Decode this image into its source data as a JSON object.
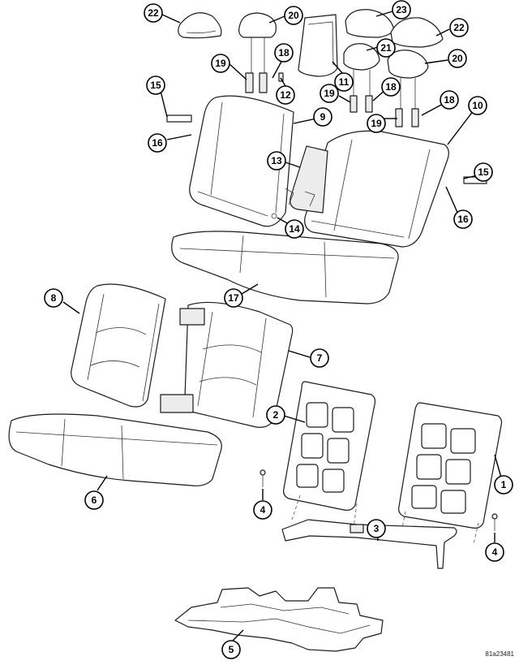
{
  "figure_id": "81a23481",
  "callouts": [
    {
      "label": "22"
    },
    {
      "label": "20"
    },
    {
      "label": "23"
    },
    {
      "label": "22"
    },
    {
      "label": "21"
    },
    {
      "label": "20"
    },
    {
      "label": "19"
    },
    {
      "label": "18"
    },
    {
      "label": "12"
    },
    {
      "label": "11"
    },
    {
      "label": "19"
    },
    {
      "label": "18"
    },
    {
      "label": "19"
    },
    {
      "label": "18"
    },
    {
      "label": "15"
    },
    {
      "label": "16"
    },
    {
      "label": "9"
    },
    {
      "label": "10"
    },
    {
      "label": "15"
    },
    {
      "label": "16"
    },
    {
      "label": "13"
    },
    {
      "label": "14"
    },
    {
      "label": "17"
    },
    {
      "label": "8"
    },
    {
      "label": "7"
    },
    {
      "label": "2"
    },
    {
      "label": "1"
    },
    {
      "label": "6"
    },
    {
      "label": "4"
    },
    {
      "label": "4"
    },
    {
      "label": "3"
    },
    {
      "label": "5"
    }
  ]
}
